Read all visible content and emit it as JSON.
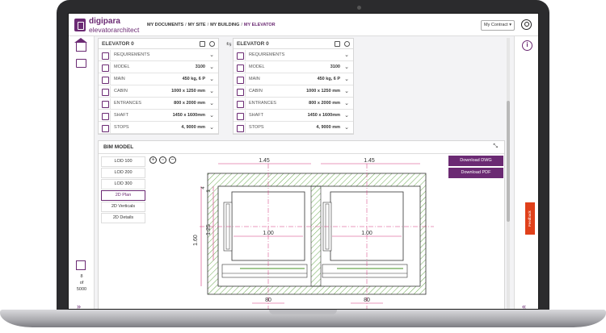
{
  "app": {
    "brand_top": "digipara",
    "brand_bottom": "elevatorarchitect"
  },
  "breadcrumb": {
    "items": [
      "MY DOCUMENTS",
      "MY SITE",
      "MY BUILDING",
      "MY ELEVATOR"
    ],
    "separator": "/"
  },
  "header": {
    "contract_label": "My Contract ▾"
  },
  "left_panel": {
    "counter_value": "8",
    "counter_of": "of",
    "counter_total": "5000",
    "expand_glyph": "»"
  },
  "right_panel": {
    "info_glyph": "i",
    "feedback_label": "Feedback",
    "expand_glyph": "«"
  },
  "elevators": [
    {
      "title": "ELEVATOR 0",
      "rows": [
        {
          "label": "REQUIREMENTS",
          "value": ""
        },
        {
          "label": "MODEL",
          "value": "3100"
        },
        {
          "label": "MAIN",
          "value": "450 kg, 6 P"
        },
        {
          "label": "CABIN",
          "value": "1000 x 1250 mm"
        },
        {
          "label": "ENTRANCES",
          "value": "800 x 2000 mm"
        },
        {
          "label": "SHAFT",
          "value": "1450 x 1600mm"
        },
        {
          "label": "STOPS",
          "value": "4, 9000 mm"
        }
      ]
    },
    {
      "title": "ELEVATOR 0",
      "rows": [
        {
          "label": "REQUIREMENTS",
          "value": ""
        },
        {
          "label": "MODEL",
          "value": "3100"
        },
        {
          "label": "MAIN",
          "value": "450 kg, 6 P"
        },
        {
          "label": "CABIN",
          "value": "1000 x 1250 mm"
        },
        {
          "label": "ENTRANCES",
          "value": "800 x 2000 mm"
        },
        {
          "label": "SHAFT",
          "value": "1450 x 1600mm"
        },
        {
          "label": "STOPS",
          "value": "4, 9000 mm"
        }
      ]
    }
  ],
  "swap_glyph": "⇆",
  "chevron_glyph": "⌄",
  "bim": {
    "title": "BIM MODEL",
    "collapse_glyph": "⤡",
    "lod_buttons": [
      "LOD 100",
      "LOD 200",
      "LOD 300",
      "2D Plan",
      "2D Verticals",
      "2D Details"
    ],
    "selected_lod": "2D Plan",
    "zoom_in": "+",
    "zoom_fit": "▫",
    "zoom_out": "−",
    "download_dwg": "Download DWG",
    "download_pdf": "Download PDF"
  },
  "drawing": {
    "shaft_width_left": "1.45",
    "shaft_width_right": "1.45",
    "cabin_width_left": "1.00",
    "cabin_width_right": "1.00",
    "door_width_left": "80",
    "door_width_right": "80",
    "shaft_depth": "1.60",
    "cabin_depth": "1.25",
    "dim_small_a": "4",
    "dim_small_b": "3"
  },
  "colors": {
    "brand": "#6b2a73",
    "feedback": "#e0401a",
    "dimension": "#d4367a",
    "wall_hatch": "#6aa84f"
  }
}
